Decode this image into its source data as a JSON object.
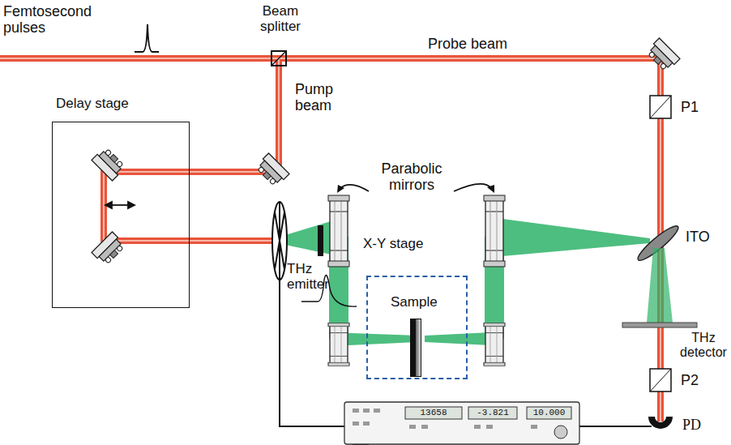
{
  "diagram": {
    "nodes": [
      {
        "text": [
          "Delay stage"
        ]
      },
      {
        "text": [
          "X-Y stage"
        ]
      },
      {
        "text": [
          "Sample"
        ],
        "in": 1
      }
    ],
    "labels": [
      "Femtosecond pulses",
      "Beam splitter",
      "Probe beam",
      "Pump beam",
      "Parabolic mirrors",
      "THz emitter",
      "P1",
      "ITO",
      "THz detector",
      "P2",
      "PD",
      "13658",
      "-3.821",
      "10.000"
    ]
  }
}
